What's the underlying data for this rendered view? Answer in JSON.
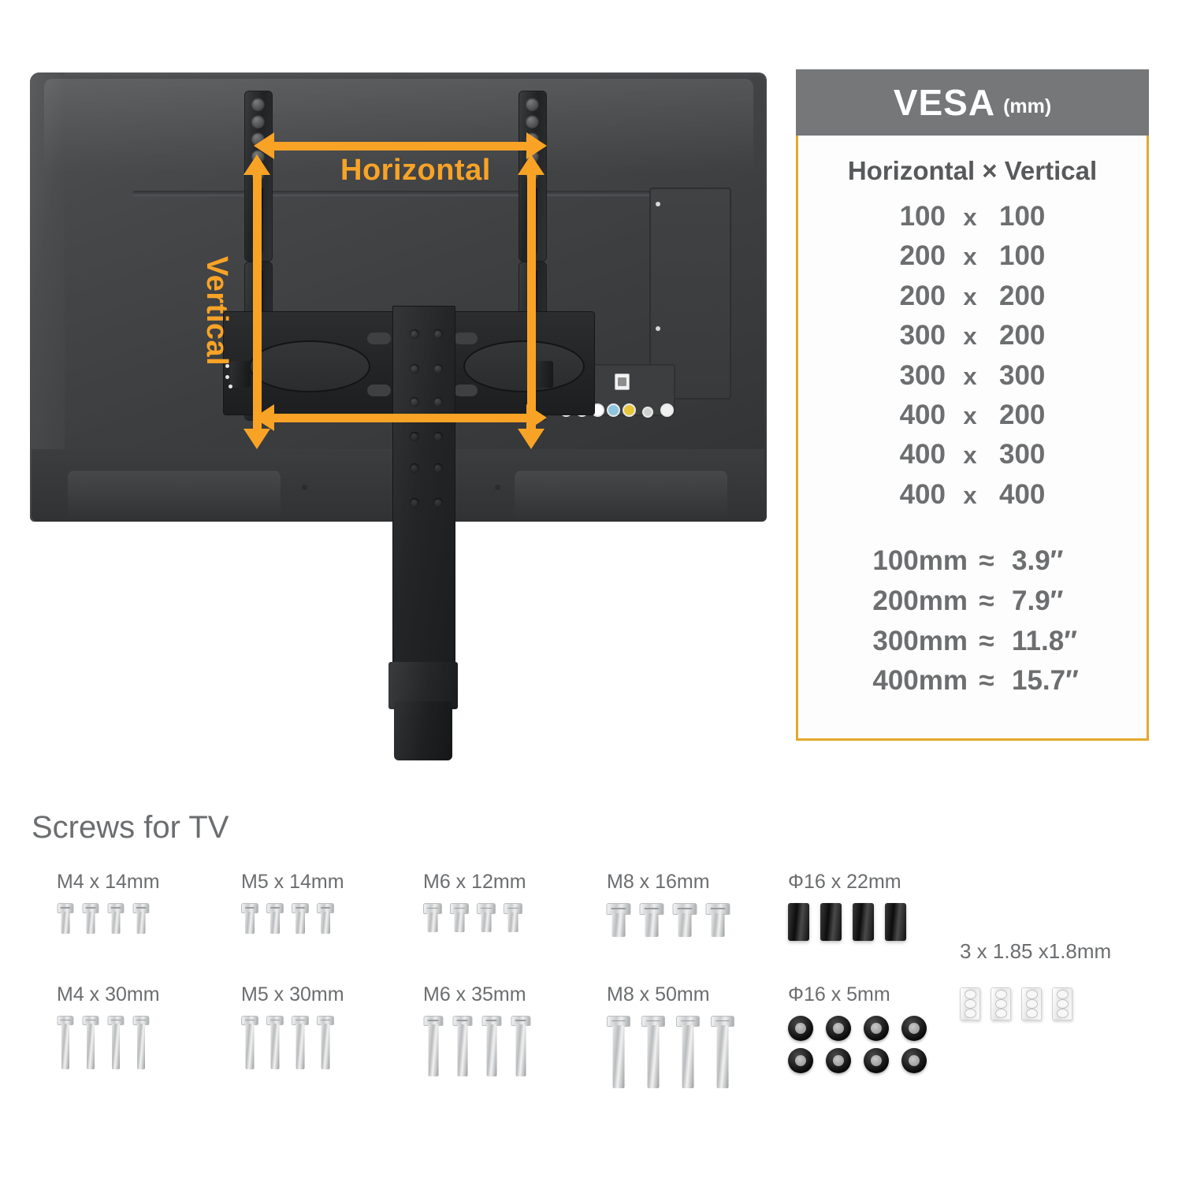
{
  "diagram": {
    "label_horizontal": "Horizontal",
    "label_vertical": "Vertical"
  },
  "vesa": {
    "title": "VESA",
    "unit": "(mm)",
    "subheader": "Horizontal × Vertical",
    "patterns": [
      {
        "h": "100",
        "sep": "x",
        "v": "100"
      },
      {
        "h": "200",
        "sep": "x",
        "v": "100"
      },
      {
        "h": "200",
        "sep": "x",
        "v": "200"
      },
      {
        "h": "300",
        "sep": "x",
        "v": "200"
      },
      {
        "h": "300",
        "sep": "x",
        "v": "300"
      },
      {
        "h": "400",
        "sep": "x",
        "v": "200"
      },
      {
        "h": "400",
        "sep": "x",
        "v": "300"
      },
      {
        "h": "400",
        "sep": "x",
        "v": "400"
      }
    ],
    "conversions": [
      {
        "mm": "100mm",
        "approx": "≈",
        "inch": "3.9″"
      },
      {
        "mm": "200mm",
        "approx": "≈",
        "inch": "7.9″"
      },
      {
        "mm": "300mm",
        "approx": "≈",
        "inch": "11.8″"
      },
      {
        "mm": "400mm",
        "approx": "≈",
        "inch": "15.7″"
      }
    ]
  },
  "hardware": {
    "section_title": "Screws for TV",
    "groups": [
      {
        "label": "M4 x 14mm",
        "count": 4,
        "kind": "screw-short"
      },
      {
        "label": "M5 x 14mm",
        "count": 4,
        "kind": "screw-short"
      },
      {
        "label": "M6 x 12mm",
        "count": 4,
        "kind": "screw-short"
      },
      {
        "label": "M8 x 16mm",
        "count": 4,
        "kind": "screw-short-wide"
      },
      {
        "label": "Φ16 x 22mm",
        "count": 4,
        "kind": "spacer-tall"
      },
      {
        "label": "M4 x 30mm",
        "count": 4,
        "kind": "screw-long"
      },
      {
        "label": "M5 x 30mm",
        "count": 4,
        "kind": "screw-long"
      },
      {
        "label": "M6 x 35mm",
        "count": 4,
        "kind": "screw-long"
      },
      {
        "label": "M8 x 50mm",
        "count": 4,
        "kind": "screw-extra-long"
      },
      {
        "label": "Φ16 x 5mm",
        "count": 8,
        "kind": "washer"
      },
      {
        "label": "3 x 1.85 x1.8mm",
        "count": 4,
        "kind": "shim"
      }
    ]
  },
  "colors": {
    "accent_orange": "#f9a326",
    "table_border": "#e3a92e",
    "header_gray": "#757779",
    "text_gray": "#6b6d6f"
  }
}
